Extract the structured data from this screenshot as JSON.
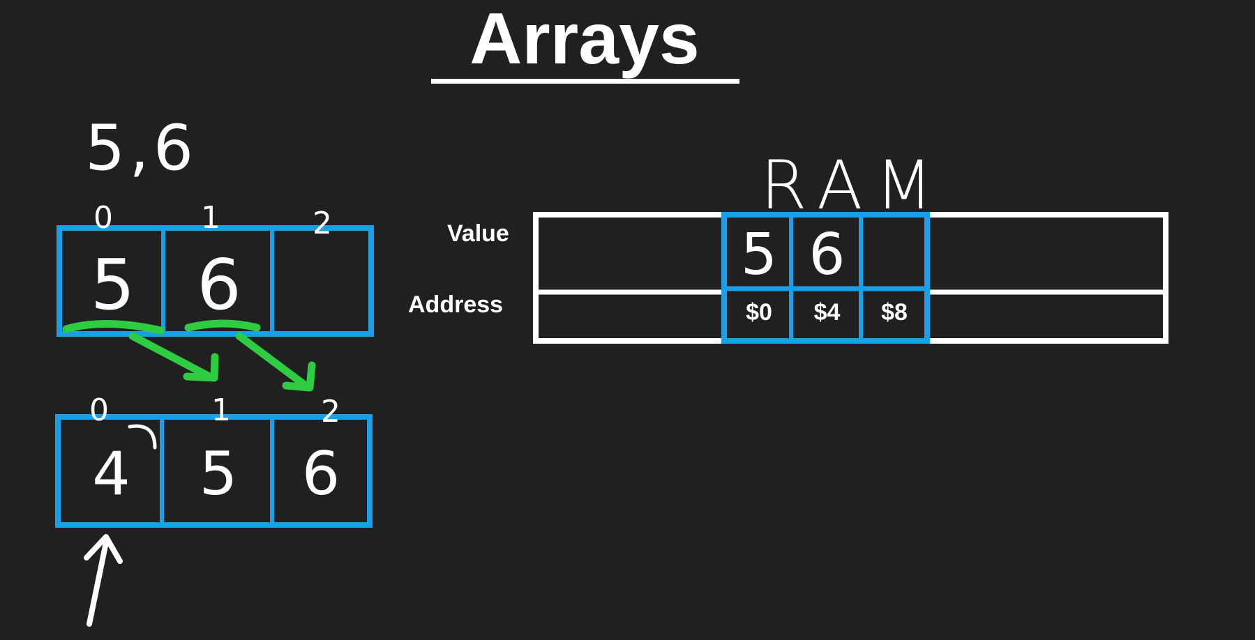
{
  "title": "Arrays",
  "input_values": "5,6",
  "array_before": {
    "indices": [
      "0",
      "1",
      "2"
    ],
    "cells": [
      "5",
      "6",
      ""
    ]
  },
  "array_after": {
    "indices": [
      "0",
      "1",
      "2"
    ],
    "cells": [
      "4",
      "5",
      "6"
    ]
  },
  "ram": {
    "title": "RAM",
    "value_label": "Value",
    "address_label": "Address",
    "values": [
      "5",
      "6",
      ""
    ],
    "addresses": [
      "$0",
      "$4",
      "$8"
    ]
  },
  "colors": {
    "background": "#202020",
    "array_border": "#1a9fe6",
    "ram_border": "#ffffff",
    "arrow_shift": "#2ecc40",
    "ink": "#ffffff"
  },
  "icons": [
    "shift-right-arrow-icon",
    "pointer-up-arrow-icon"
  ]
}
